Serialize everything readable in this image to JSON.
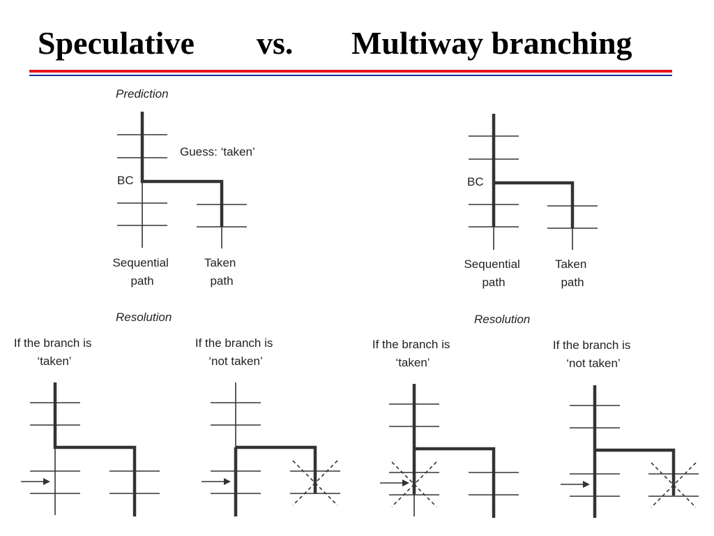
{
  "title": {
    "left": "Speculative",
    "middle": "vs.",
    "right": "Multiway branching"
  },
  "labels": {
    "prediction": "Prediction",
    "guess": "Guess: ‘taken’",
    "bc": "BC",
    "sequential_line1": "Sequential",
    "sequential_line2": "path",
    "taken_line1": "Taken",
    "taken_line2": "path",
    "resolution": "Resolution",
    "if_branch_is": "If the branch is",
    "taken_quoted": "‘taken’",
    "not_taken_quoted": "‘not taken’"
  },
  "colors": {
    "title_rule_red": "#e8141c",
    "title_rule_blue": "#1a2e9a"
  }
}
